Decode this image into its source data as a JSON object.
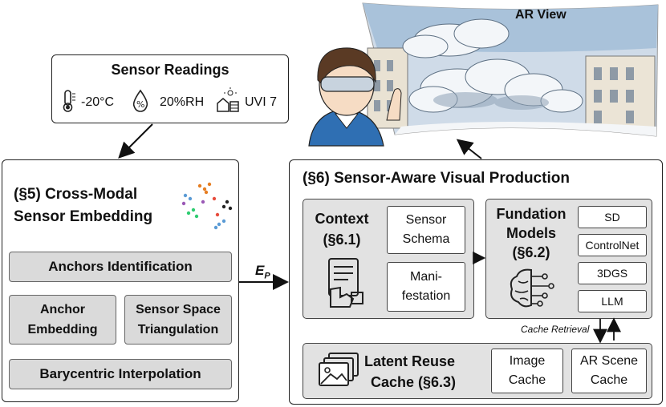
{
  "sensor_readings": {
    "title": "Sensor Readings",
    "items": [
      {
        "icon": "thermometer-icon",
        "value": "-20°C"
      },
      {
        "icon": "humidity-drop-icon",
        "value": "20%RH"
      },
      {
        "icon": "uv-sun-icon",
        "value": "UVI 7"
      }
    ]
  },
  "ar_view": {
    "label": "AR View"
  },
  "embedding": {
    "title_line1": "(§5) Cross-Modal",
    "title_line2": "Sensor Embedding",
    "anchors": "Anchors Identification",
    "anchor_embedding_l1": "Anchor",
    "anchor_embedding_l2": "Embedding",
    "triangulation_l1": "Sensor Space",
    "triangulation_l2": "Triangulation",
    "barycentric": "Barycentric Interpolation"
  },
  "edge_label": {
    "main": "E",
    "sub": "P"
  },
  "production": {
    "title": "(§6) Sensor-Aware Visual Production",
    "context_l1": "Context",
    "context_l2": "(§6.1)",
    "schema_l1": "Sensor",
    "schema_l2": "Schema",
    "manifest_l1": "Mani-",
    "manifest_l2": "festation",
    "models_l1": "Fundation",
    "models_l2": "Models",
    "models_l3": "(§6.2)",
    "model_items": [
      "SD",
      "ControlNet",
      "3DGS",
      "LLM"
    ],
    "cache_retrieval": "Cache Retrieval",
    "latent_l1": "Latent Reuse",
    "latent_l2": "Cache (§6.3)",
    "image_cache_l1": "Image",
    "image_cache_l2": "Cache",
    "ar_cache_l1": "AR Scene",
    "ar_cache_l2": "Cache"
  }
}
